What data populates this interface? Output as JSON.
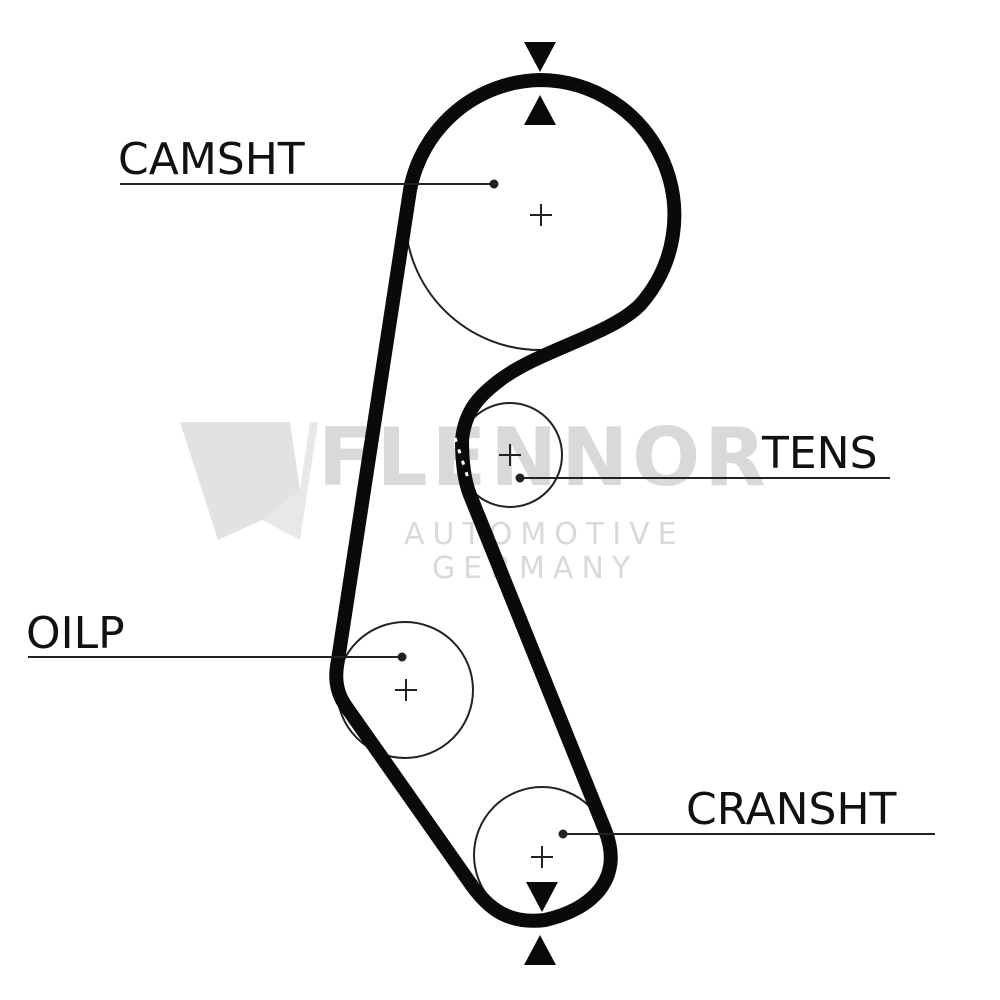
{
  "labels": {
    "camshaft": "CAMSHT",
    "tensioner": "TENS",
    "oil_pump": "OILP",
    "crankshaft": "CRANSHT"
  },
  "watermark": {
    "brand": "FLENNOR",
    "line1": "AUTOMOTIVE",
    "line2": "GERMANY"
  },
  "colors": {
    "belt": "#0a0a0a",
    "outline": "#222222",
    "watermark": "#d9d9d9"
  }
}
